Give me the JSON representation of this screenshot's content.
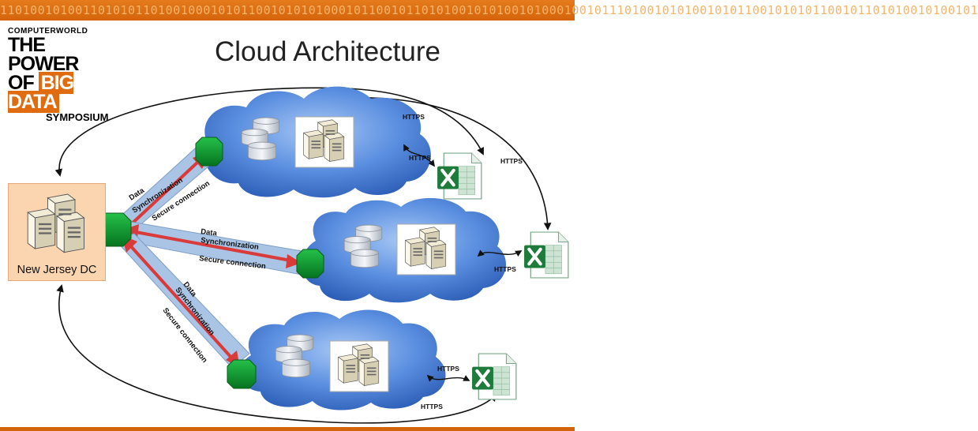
{
  "banner": {
    "binary": "1101001010011010101101001000101011001010101000101100101101010010101001010001001011101001010100101011001010101100101101010010100101"
  },
  "logo": {
    "line1": "COMPUTERWORLD",
    "line2": "THE POWER",
    "line3_of": "OF",
    "line3_highlight": "BIG DATA",
    "line4": "SYMPOSIUM"
  },
  "title": "Cloud Architecture",
  "data_center": {
    "label": "New Jersey DC"
  },
  "links": [
    {
      "line1": "Data",
      "line2": "Synchronization",
      "line3": "Secure connection"
    },
    {
      "line1": "Data",
      "line2": "Synchronization",
      "line3": "Secure connection"
    },
    {
      "line1": "Data",
      "line2": "Synchronization",
      "line3": "Secure connection"
    }
  ],
  "https_label": "HTTPS",
  "colors": {
    "banner": "#d4640c",
    "cloud": "#4a7fd6",
    "connector": "#0b9a2c",
    "band": "#a9c4e4",
    "arrow": "#d93a3a",
    "excel": "#1e7b3c",
    "dc_panel": "#fbd5b0"
  },
  "icons": [
    "server-rack-icon",
    "database-icon",
    "excel-icon",
    "cloud-icon",
    "connector-node-icon"
  ]
}
